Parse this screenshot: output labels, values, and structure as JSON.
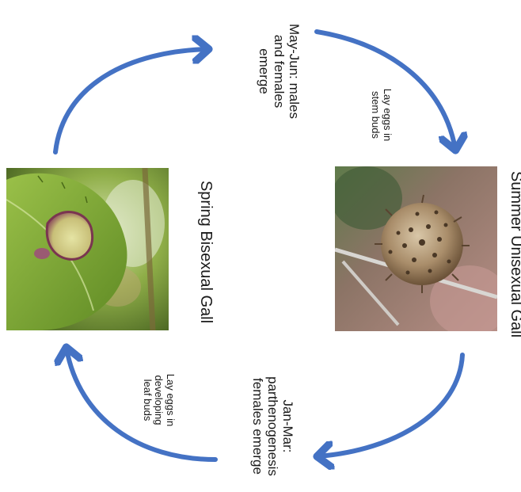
{
  "stages": {
    "spring": {
      "label": "Spring Bisexual Gall"
    },
    "summer": {
      "label": "Summer Unisexual Gall"
    }
  },
  "events": {
    "may_jun": {
      "lines": [
        "May-Jun: males",
        "and females",
        "emerge"
      ]
    },
    "jan_mar": {
      "lines": [
        "Jan-Mar:",
        "parthenogenesis",
        "females emerge"
      ]
    }
  },
  "transitions": {
    "stem": {
      "lines": [
        "Lay eggs in",
        "stem buds"
      ]
    },
    "leaf": {
      "lines": [
        "Lay eggs in",
        "developing",
        "leaf buds"
      ]
    }
  },
  "colors": {
    "arrow": "#4472c4"
  },
  "icons": {
    "spring_photo": "leaf-gall-photo",
    "summer_photo": "spiky-gall-photo"
  }
}
